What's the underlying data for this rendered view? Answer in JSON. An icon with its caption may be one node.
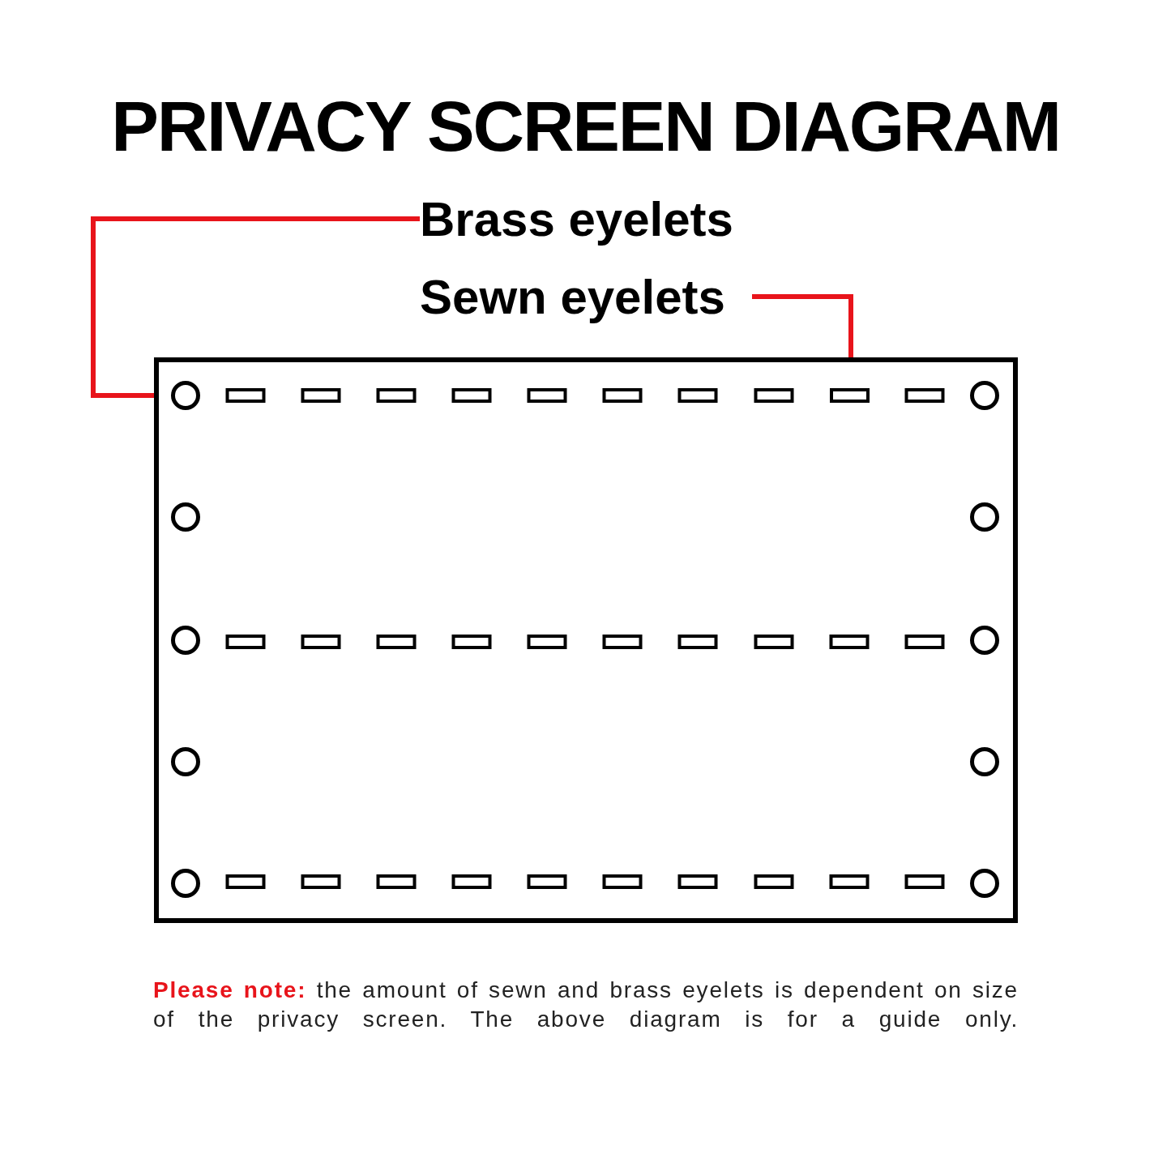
{
  "diagram": {
    "title": "PRIVACY SCREEN DIAGRAM",
    "nodes": [
      {
        "text": [
          "Brass eyelets"
        ]
      },
      {
        "text": [
          "Sewn eyelets"
        ]
      },
      {
        "text": [],
        "shape": "box"
      },
      {
        "text": [],
        "shape": "circle",
        "in": 2
      },
      {
        "text": [],
        "shape": "box",
        "in": 2
      }
    ],
    "edges": [
      {
        "from": 0,
        "to": 3,
        "arrow": "none"
      },
      {
        "from": 1,
        "to": 4,
        "arrow": "none"
      }
    ],
    "caption": "**Please note:** the amount of sewn and brass eyelets is dependent on size of the privacy screen. The above diagram is for a guide only."
  }
}
